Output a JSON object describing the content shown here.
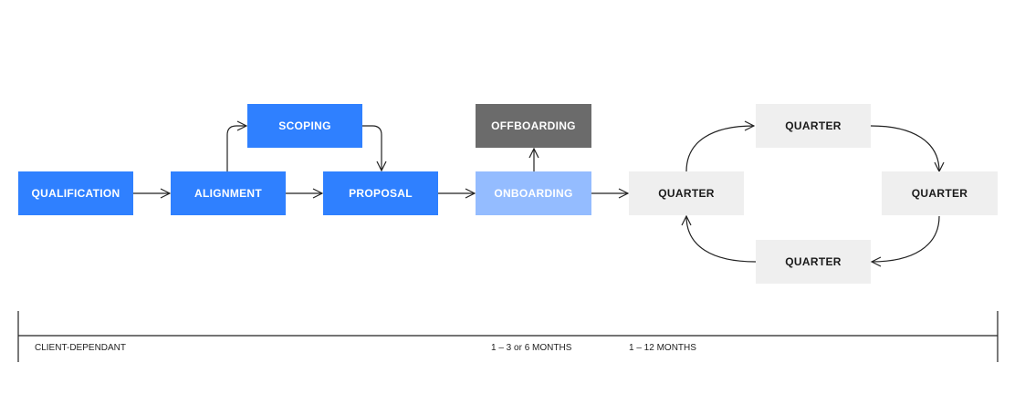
{
  "nodes": {
    "qualification": "QUALIFICATION",
    "alignment": "ALIGNMENT",
    "scoping": "SCOPING",
    "proposal": "PROPOSAL",
    "offboarding": "OFFBOARDING",
    "onboarding": "ONBOARDING",
    "quarter_left": "QUARTER",
    "quarter_top": "QUARTER",
    "quarter_right": "QUARTER",
    "quarter_bottom": "QUARTER"
  },
  "timeline": {
    "client_dependant": "CLIENT-DEPENDANT",
    "onboarding_duration": "1 – 3 or 6 MONTHS",
    "quarters_duration": "1 – 12 MONTHS"
  },
  "colors": {
    "primary_blue": "#2F80FF",
    "light_blue": "#94BCFF",
    "dark_grey": "#6B6B6B",
    "light_grey": "#EFEFEF"
  }
}
